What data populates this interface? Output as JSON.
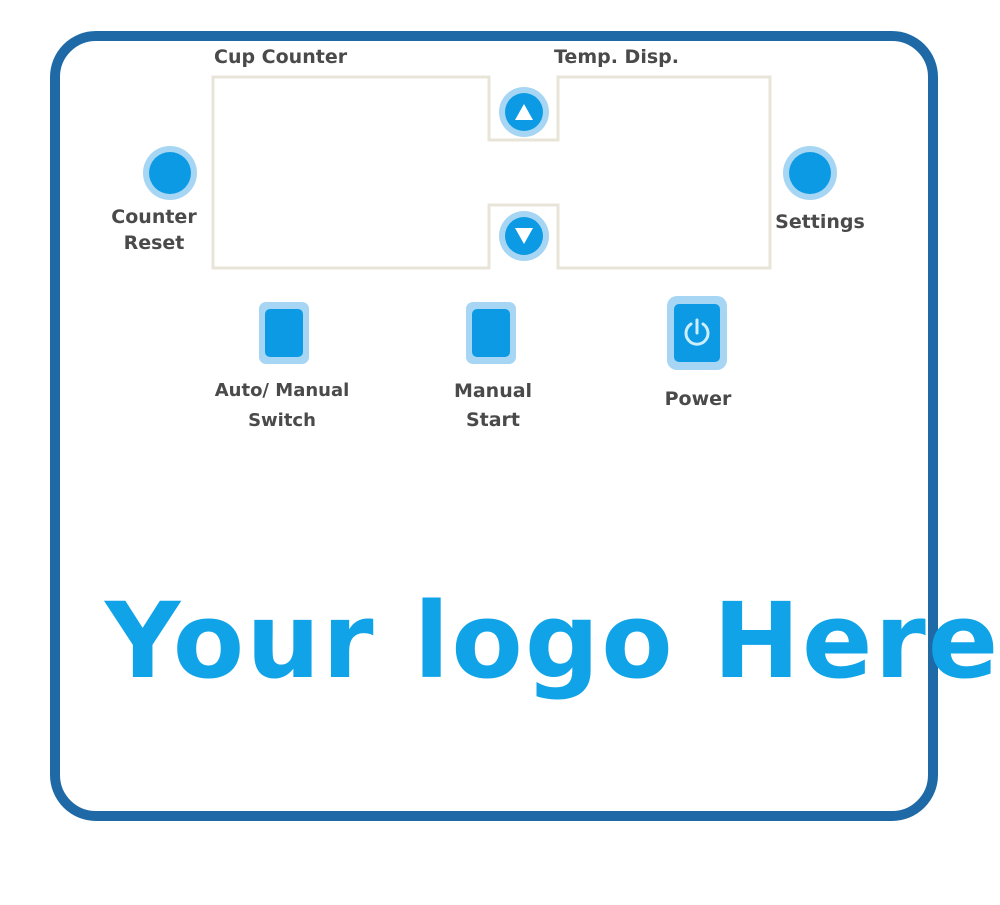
{
  "labels": {
    "cup_counter": "Cup  Counter",
    "temp_disp": "Temp. Disp.",
    "counter_reset_1": "Counter",
    "counter_reset_2": "Reset",
    "settings": "Settings",
    "auto_manual_1": "Auto/ Manual",
    "auto_manual_2": "Switch",
    "manual_start_1": "Manual",
    "manual_start_2": "Start",
    "power": "Power"
  },
  "logo": "Your logo Here!",
  "colors": {
    "frame": "#1f6aa6",
    "button": "#0c9ae4",
    "button_halo": "#a6d6f3",
    "display_outline": "#e8e4d8",
    "logo": "#10a3e8"
  }
}
